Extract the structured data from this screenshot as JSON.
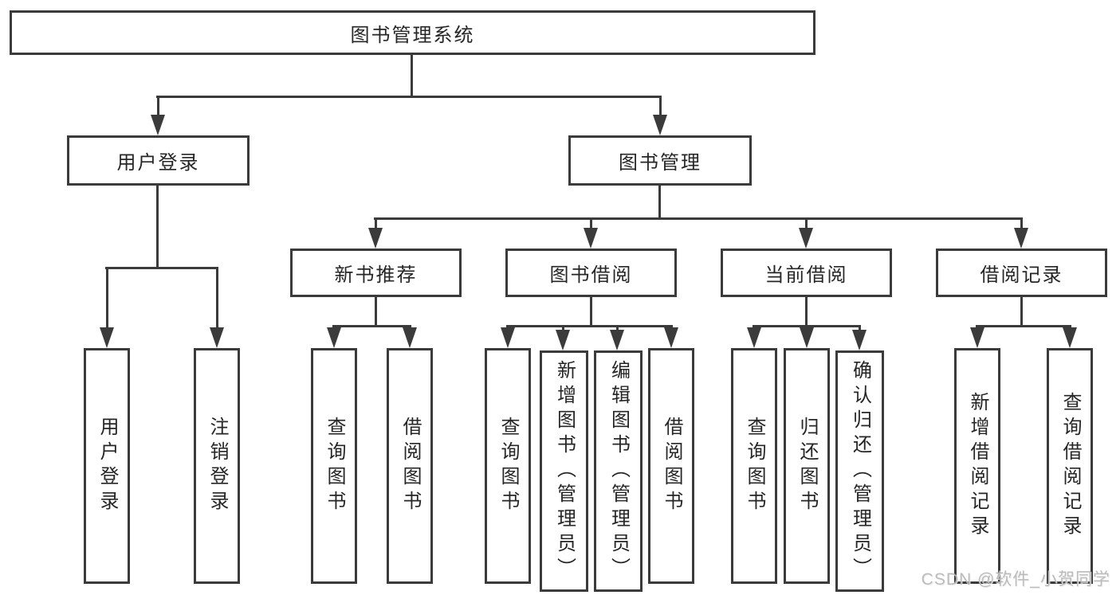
{
  "root": {
    "label": "图书管理系统"
  },
  "level2": [
    {
      "label": "用户登录"
    },
    {
      "label": "图书管理"
    }
  ],
  "level3": [
    {
      "label": "新书推荐"
    },
    {
      "label": "图书借阅"
    },
    {
      "label": "当前借阅"
    },
    {
      "label": "借阅记录"
    }
  ],
  "leaves": [
    {
      "label": "用户登录"
    },
    {
      "label": "注销登录"
    },
    {
      "label": "查询图书"
    },
    {
      "label": "借阅图书"
    },
    {
      "label": "查询图书"
    },
    {
      "label": "新增图书（管理员）"
    },
    {
      "label": "编辑图书（管理员）"
    },
    {
      "label": "借阅图书"
    },
    {
      "label": "查询图书"
    },
    {
      "label": "归还图书"
    },
    {
      "label": "确认归还（管理员）"
    },
    {
      "label": "新增借阅记录"
    },
    {
      "label": "查询借阅记录"
    }
  ],
  "watermark": "CSDN @软件_小贺同学",
  "colors": {
    "line": "#3b3b3b",
    "text": "#262626",
    "background": "#ffffff",
    "watermark": "#b5b5b5"
  }
}
